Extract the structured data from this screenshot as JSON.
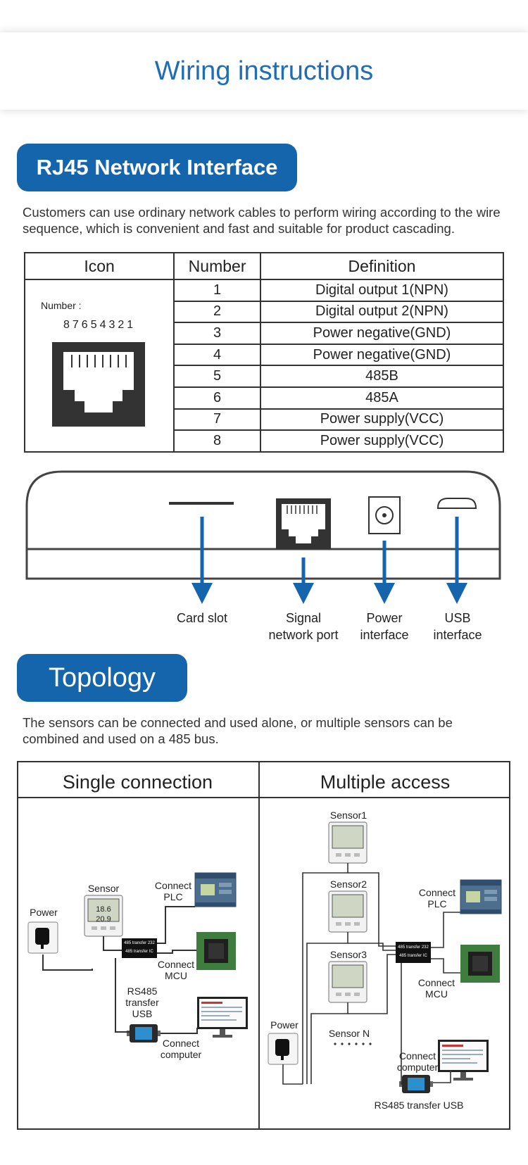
{
  "header": {
    "title": "Wiring instructions"
  },
  "rj45": {
    "badge": "RJ45 Network Interface",
    "description": "Customers can use ordinary network cables to perform wiring according to the wire sequence, which is convenient and fast and suitable for product cascading.",
    "table": {
      "headers": [
        "Icon",
        "Number",
        "Definition"
      ],
      "icon_number_label": "Number :",
      "icon_digits": "87654321",
      "rows": [
        {
          "number": "1",
          "definition": "Digital output 1(NPN)"
        },
        {
          "number": "2",
          "definition": "Digital output 2(NPN)"
        },
        {
          "number": "3",
          "definition": "Power negative(GND)"
        },
        {
          "number": "4",
          "definition": "Power negative(GND)"
        },
        {
          "number": "5",
          "definition": "485B"
        },
        {
          "number": "6",
          "definition": "485A"
        },
        {
          "number": "7",
          "definition": "Power supply(VCC)"
        },
        {
          "number": "8",
          "definition": "Power supply(VCC)"
        }
      ]
    }
  },
  "device": {
    "labels": {
      "card_slot": "Card slot",
      "signal_1": "Signal",
      "signal_2": "network port",
      "power_1": "Power",
      "power_2": "interface",
      "usb_1": "USB",
      "usb_2": "interface"
    },
    "arrow_color": "#1565ac"
  },
  "topology": {
    "badge": "Topology",
    "description": "The sensors can be connected and used alone, or multiple sensors can be combined and used on a 485 bus.",
    "single": {
      "title": "Single connection",
      "power": "Power",
      "sensor": "Sensor",
      "plc_1": "Connect",
      "plc_2": "PLC",
      "mcu_1": "Connect",
      "mcu_2": "MCU",
      "rs485_1": "RS485",
      "rs485_2": "transfer",
      "rs485_3": "USB",
      "computer_1": "Connect",
      "computer_2": "computer",
      "module_1": "485 transfer 232",
      "module_2": "485 transfer IC",
      "lcd_1": "18.6",
      "lcd_2": "20.9"
    },
    "multiple": {
      "title": "Multiple access",
      "sensor1": "Sensor1",
      "sensor2": "Sensor2",
      "sensor3": "Sensor3",
      "sensorN": "Sensor N",
      "power": "Power",
      "plc_1": "Connect",
      "plc_2": "PLC",
      "mcu_1": "Connect",
      "mcu_2": "MCU",
      "computer_1": "Connect",
      "computer_2": "computer",
      "rs485": "RS485 transfer USB",
      "module_1": "485 transfer 232",
      "module_2": "485 transfer IC"
    }
  },
  "colors": {
    "accent": "#1565ac",
    "title_blue": "#1f6db5",
    "dark": "#333333"
  }
}
